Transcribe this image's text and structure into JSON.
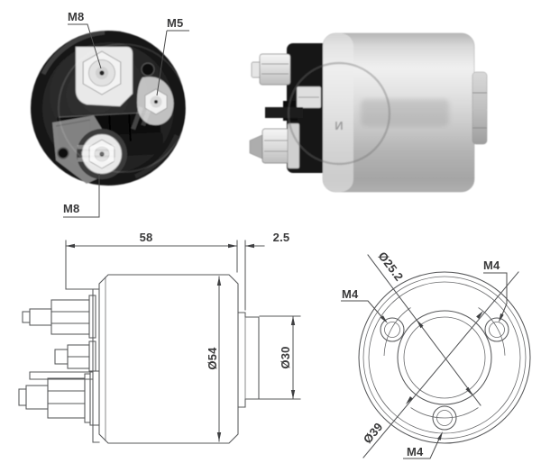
{
  "photo_terminal_view": {
    "labels": {
      "top_terminal": "M8",
      "side_terminal": "M5",
      "bottom_terminal": "M8"
    }
  },
  "photo_side_view": {
    "watermark_glyph": "И"
  },
  "drawing_side_view": {
    "dimensions": {
      "overall_length": "58",
      "rear_plate_thickness": "2.5",
      "body_diameter": "Ø54",
      "front_boss_diameter": "Ø30"
    }
  },
  "drawing_front_view": {
    "dimensions": {
      "pilot_bore_diameter": "Ø25.2",
      "bolt_circle_diameter": "Ø39"
    },
    "hole_labels": {
      "upper_left": "M4",
      "upper_right": "M4",
      "bottom": "M4"
    }
  },
  "colors": {
    "background": "#ffffff",
    "drawing_line": "#57585a",
    "label_text": "#3a3a3b",
    "photo_cap": "#1a1a1a",
    "photo_metal": "#cfcfcf"
  }
}
